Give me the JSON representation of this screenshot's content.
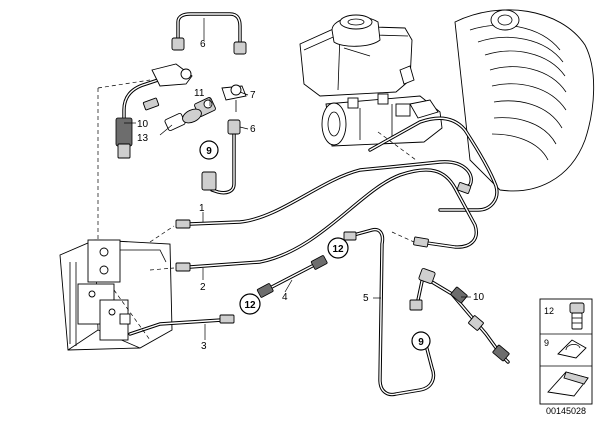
{
  "callouts": {
    "p1": "1",
    "p2": "2",
    "p3": "3",
    "p4": "4",
    "p5": "5",
    "p6a": "6",
    "p6b": "6",
    "p7": "7",
    "p10a": "10",
    "p10b": "10",
    "p11": "11",
    "p13": "13"
  },
  "circled": {
    "c9a": "9",
    "c12a": "12",
    "c12b": "12",
    "c9b": "9"
  },
  "legend": {
    "row1": "12",
    "row2": "9"
  },
  "reference": "00145028"
}
